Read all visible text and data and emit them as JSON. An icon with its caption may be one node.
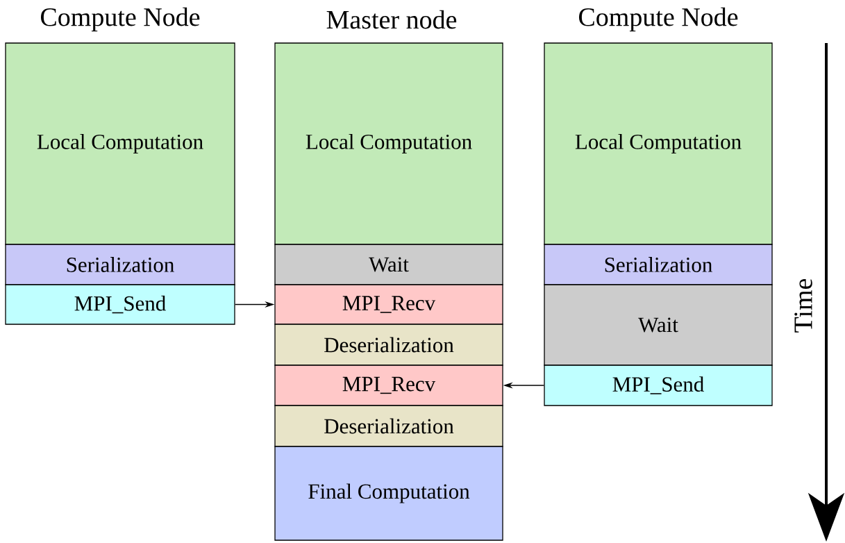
{
  "diagram": {
    "nodes": [
      {
        "text": [
          "Local Computation"
        ]
      },
      {
        "text": [
          "Serialization"
        ]
      },
      {
        "text": [
          "MPI_Send"
        ]
      },
      {
        "text": [
          "Local Computation"
        ]
      },
      {
        "text": [
          "Wait"
        ]
      },
      {
        "text": [
          "MPI_Recv"
        ]
      },
      {
        "text": [
          "Deserialization"
        ]
      },
      {
        "text": [
          "MPI_Recv"
        ]
      },
      {
        "text": [
          "Deserialization"
        ]
      },
      {
        "text": [
          "Final Computation"
        ]
      },
      {
        "text": [
          "Local Computation"
        ]
      },
      {
        "text": [
          "Serialization"
        ]
      },
      {
        "text": [
          "Wait"
        ]
      },
      {
        "text": [
          "MPI_Send"
        ]
      }
    ],
    "edges": [
      {
        "from": 2,
        "to": 5,
        "arrow": "to"
      },
      {
        "from": 13,
        "to": 7,
        "arrow": "to"
      }
    ],
    "labels": [
      "Compute Node",
      "Master node",
      "Compute Node",
      "Time"
    ]
  }
}
